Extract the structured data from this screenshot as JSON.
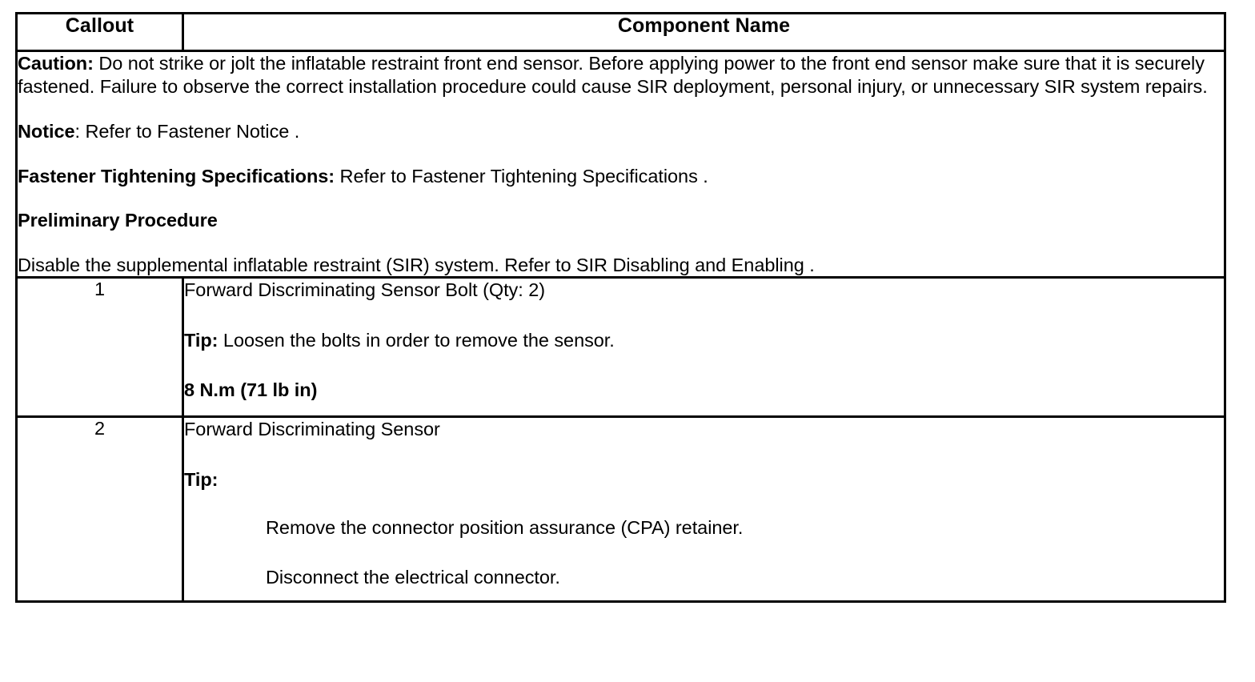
{
  "table": {
    "headers": {
      "callout": "Callout",
      "component_name": "Component Name"
    },
    "notes": {
      "caution_label": "Caution:",
      "caution_text": " Do not strike or jolt the inflatable restraint front end sensor. Before applying power to the front end sensor make sure that it is securely fastened. Failure to observe the correct installation procedure could cause SIR deployment, personal injury, or unnecessary SIR system repairs.",
      "notice_label": "Notice",
      "notice_colon": ":",
      "notice_text": " Refer to Fastener Notice .",
      "fastener_spec_label": "Fastener Tightening Specifications:",
      "fastener_spec_text": " Refer to Fastener Tightening Specifications .",
      "preliminary_heading": "Preliminary Procedure",
      "preliminary_text": "Disable the supplemental inflatable restraint (SIR) system. Refer to SIR Disabling and Enabling ."
    },
    "rows": [
      {
        "callout": "1",
        "title": "Forward Discriminating Sensor Bolt (Qty: 2)",
        "tip_label": "Tip:",
        "tip_text": " Loosen the bolts in order to remove the sensor.",
        "torque": "8 N.m (71 lb in)"
      },
      {
        "callout": "2",
        "title": "Forward Discriminating Sensor",
        "tip_label": "Tip:",
        "sub_items": [
          "Remove the connector position assurance (CPA) retainer.",
          "Disconnect the electrical connector."
        ]
      }
    ]
  }
}
